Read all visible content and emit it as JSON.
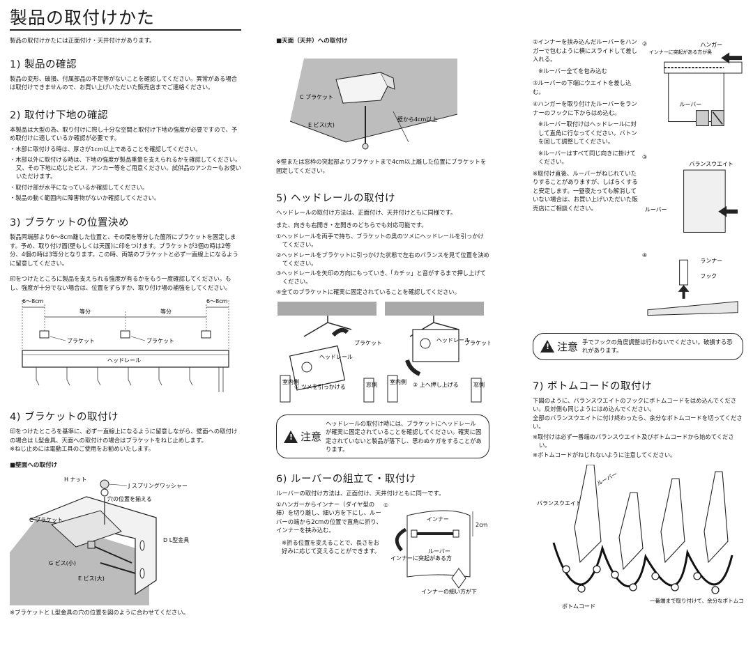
{
  "title": "製品の取付けかた",
  "intro": "製品の取付けかたには正面付け・天井付けがあります。",
  "s1": {
    "heading": "1) 製品の確認",
    "body": "製品の変形、破損、付属部品の不足等がないことを確認してください。異常がある場合は取付けできませんので、お買い上げいただいた販売店までご連絡ください。"
  },
  "s2": {
    "heading": "2) 取付け下地の確認",
    "body": "本製品は大型の為、取り付けに際し十分な空間と取付け下地の強度が必要ですので、予め取付けに適しているか確認が必要です。",
    "items": [
      "・木部に取付ける時は、厚さが1cm以上であることを確認してください。",
      "・木部以外に取付ける時は、下地の強度が製品重量を支えられるかを確認してください。又、その下地に応じたビス、アンカー等をご用意ください。試供品のアンカーもお使いいただけます。",
      "・取付け部が水平になっているか確認してください。",
      "・製品の動く範囲内に障害物がないか確認してください。"
    ]
  },
  "s3": {
    "heading": "3) ブラケットの位置決め",
    "body1": "製品両端部より6〜8cm離した位置と、その間を等分した箇所にブラケットを固定します。予め、取り付け面(壁もしくは天面)に印をつけます。ブラケットが3個の時は2等分、4個の時は3等分となります。この時、両端のブラケットと必ず一直線上になるように留意してください。",
    "body2": "印をつけたところに製品を支えられる強度が有るかをもう一度確認してください。もし、強度が十分でない場合は、位置をずらすか、取り付け場の補強をしてください。",
    "diagram": {
      "left_dim": "6〜8cm",
      "right_dim": "6〜8cm",
      "equal1": "等分",
      "equal2": "等分",
      "bracket1": "ブラケット",
      "bracket2": "ブラケット",
      "headrail": "ヘッドレール"
    }
  },
  "s4": {
    "heading": "4) ブラケットの取付け",
    "body": "印をつけたところを基準に、必ず一直線上になるように留意しながら、壁面への取付けの場合は L型金具、天面への取付けの場合はブラケットをねじ止めします。",
    "note": "※ねじ止めには電動工具のご使用をお勧めいたします。",
    "wall_title": "■壁面への取付け",
    "wall_labels": {
      "h_nut": "H ナット",
      "j_washer": "J スプリングワッシャー",
      "align": "穴の位置を揃える",
      "c_bracket": "C ブラケット",
      "d_bracket": "D L型金具",
      "g_screw": "G ビス(小)",
      "e_screw": "E ビス(大)"
    },
    "wall_note": "※ブラケットと L型金具の穴の位置を図のように合わせてください。"
  },
  "ceiling": {
    "title": "■天面（天井）への取付け",
    "c_bracket": "C ブラケット",
    "e_screw": "E ビス(大)",
    "dist": "壁から4cm以上",
    "note": "※壁または窓枠の突起部よりブラケットまで4cm以上離した位置にブラケットを固定してください。"
  },
  "s5": {
    "heading": "5) ヘッドレールの取付け",
    "body1": "ヘッドレールの取付け方法は、正面付け、天井付けともに同様です。",
    "body2": "また、向きも右開き・左開きのどちらでも対応可能です。",
    "steps": [
      "①ヘッドレールを両手で持ち、ブラケットの奥のツメにヘッドレールを引っかけてください。",
      "②ヘッドレールをブラケットに引っかけた状態で左右のバランスを見て位置を決めてください。",
      "③ヘッドレールを矢印の方向にもっていき、「カチッ」と音がするまで押し上げてください。",
      "④全てのブラケットに確実に固定されていることを確認してください。"
    ],
    "fig1": {
      "bracket": "ブラケット",
      "headrail": "ヘッドレール",
      "indoor": "室内側",
      "window": "窓側",
      "caption": "① ツメを引っかける"
    },
    "fig2": {
      "bracket": "ブラケット",
      "headrail": "ヘッドレール",
      "indoor": "室内側",
      "window": "窓側",
      "caption": "③ 上へ押し上げる"
    },
    "caution_label": "注意",
    "caution_text": "ヘッドレールの取付け時には、ブラケットにヘッドレールが確実に固定されていることを確認してください。確実に固定されていないと製品が落下し、思わぬケガをすることがあります。"
  },
  "s6": {
    "heading": "6) ルーバーの組立て・取付け",
    "body": "ルーバーの取付け方法は、正面付け、天井付けともに同一です。",
    "step1": "①ハンガーからインナー（ダイヤ型の棒）を切り離し、細い方を下にし、ルーバーの端から2cmの位置で直角に折り、インナーを挟み込む。",
    "note1": "※折る位置を変えることで、長さをお好みに応じて変えることができます。",
    "fig": {
      "num": "①",
      "inner": "インナー",
      "louver": "ルーバー",
      "dim": "2cm",
      "protrusion": "インナーに突起がある方",
      "thin": "インナーの細い方が下"
    }
  },
  "c3": {
    "step2": "②インナーを挟み込んだルーバーをハンガーで包むように横にスライドして差し入れる。",
    "note2": "※ルーバー全てを包み込む",
    "step3": "③ルーバーの下端にウエイトを差し込む。",
    "step4": "④ハンガーを取り付けたルーバーをランナーのフックに下からはめ込む。",
    "note4a": "※ルーバー取付けはヘッドレールに対して直角に行なってください。バトンを回して調整してください。",
    "note4b": "※ルーバーはすべて同じ向きに掛けてください。",
    "note4c": "※取付け直後、ルーバーがねじれていたりすることがありますが、しばらくすると安定します。一昼夜たっても解消していない場合は、お買い上げいただいた販売店にご相談ください。",
    "fig2": {
      "num": "②",
      "hanger": "ハンガー",
      "inner": "インナーに突起がある方が奥",
      "louver": "ルーバー"
    },
    "fig3": {
      "num": "③",
      "weight": "バランスウエイト",
      "louver": "ルーバー"
    },
    "fig4": {
      "num": "④",
      "runner": "ランナー",
      "hook": "フック"
    },
    "caution_label": "注意",
    "caution_text": "手でフックの角度調整は行わないでください。破損する恐れがあります。"
  },
  "s7": {
    "heading": "7) ボトムコードの取付け",
    "body1": "下図のように、バランスウエイトのフックにボトムコードをはめ込んでください。反対側も同じようにはめ込んでください。",
    "body2": "全部のバランスウエイトに付け終わったら、余分なボトムコードを切ってください。",
    "note1": "※取付けは必ず一番端のバランスウエイト及びボトムコードから始めてください。",
    "note2": "※ボトムコードがねじれないように注意してください。",
    "fig": {
      "louver": "ルーバー",
      "weight": "バランスウエイト",
      "cord": "ボトムコード",
      "cut": "一番端まで取り付けて、余分なボトムコードを切る"
    }
  }
}
